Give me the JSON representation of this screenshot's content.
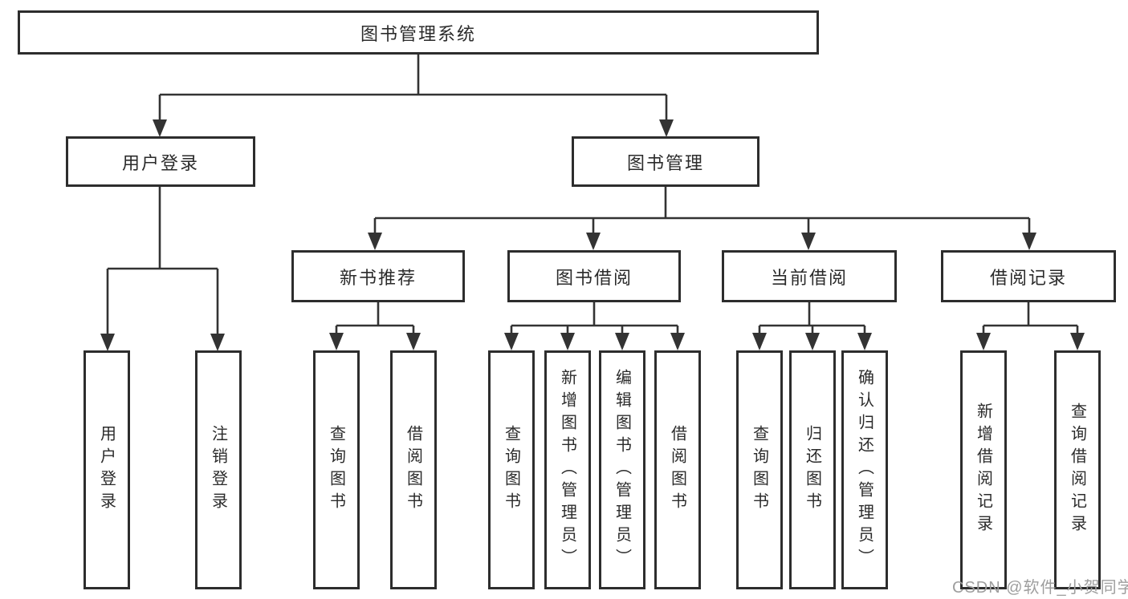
{
  "diagram": {
    "type": "hierarchy-tree",
    "colors": {
      "background": "#ffffff",
      "line": "#333333",
      "box_border": "#2d2d2d",
      "text": "#2b2b2b",
      "watermark": "#9e9e9e"
    },
    "tree": {
      "root": {
        "label": "图书管理系统",
        "children": [
          {
            "label": "用户登录",
            "children": [
              {
                "label": "用户登录"
              },
              {
                "label": "注销登录"
              }
            ]
          },
          {
            "label": "图书管理",
            "children": [
              {
                "label": "新书推荐",
                "children": [
                  {
                    "label": "查询图书"
                  },
                  {
                    "label": "借阅图书"
                  }
                ]
              },
              {
                "label": "图书借阅",
                "children": [
                  {
                    "label": "查询图书"
                  },
                  {
                    "label": "新增图书（管理员）"
                  },
                  {
                    "label": "编辑图书（管理员）"
                  },
                  {
                    "label": "借阅图书"
                  }
                ]
              },
              {
                "label": "当前借阅",
                "children": [
                  {
                    "label": "查询图书"
                  },
                  {
                    "label": "归还图书"
                  },
                  {
                    "label": "确认归还（管理员）"
                  }
                ]
              },
              {
                "label": "借阅记录",
                "children": [
                  {
                    "label": "新增借阅记录"
                  },
                  {
                    "label": "查询借阅记录"
                  }
                ]
              }
            ]
          }
        ]
      }
    },
    "watermark": "CSDN @软件_小贺同学"
  }
}
